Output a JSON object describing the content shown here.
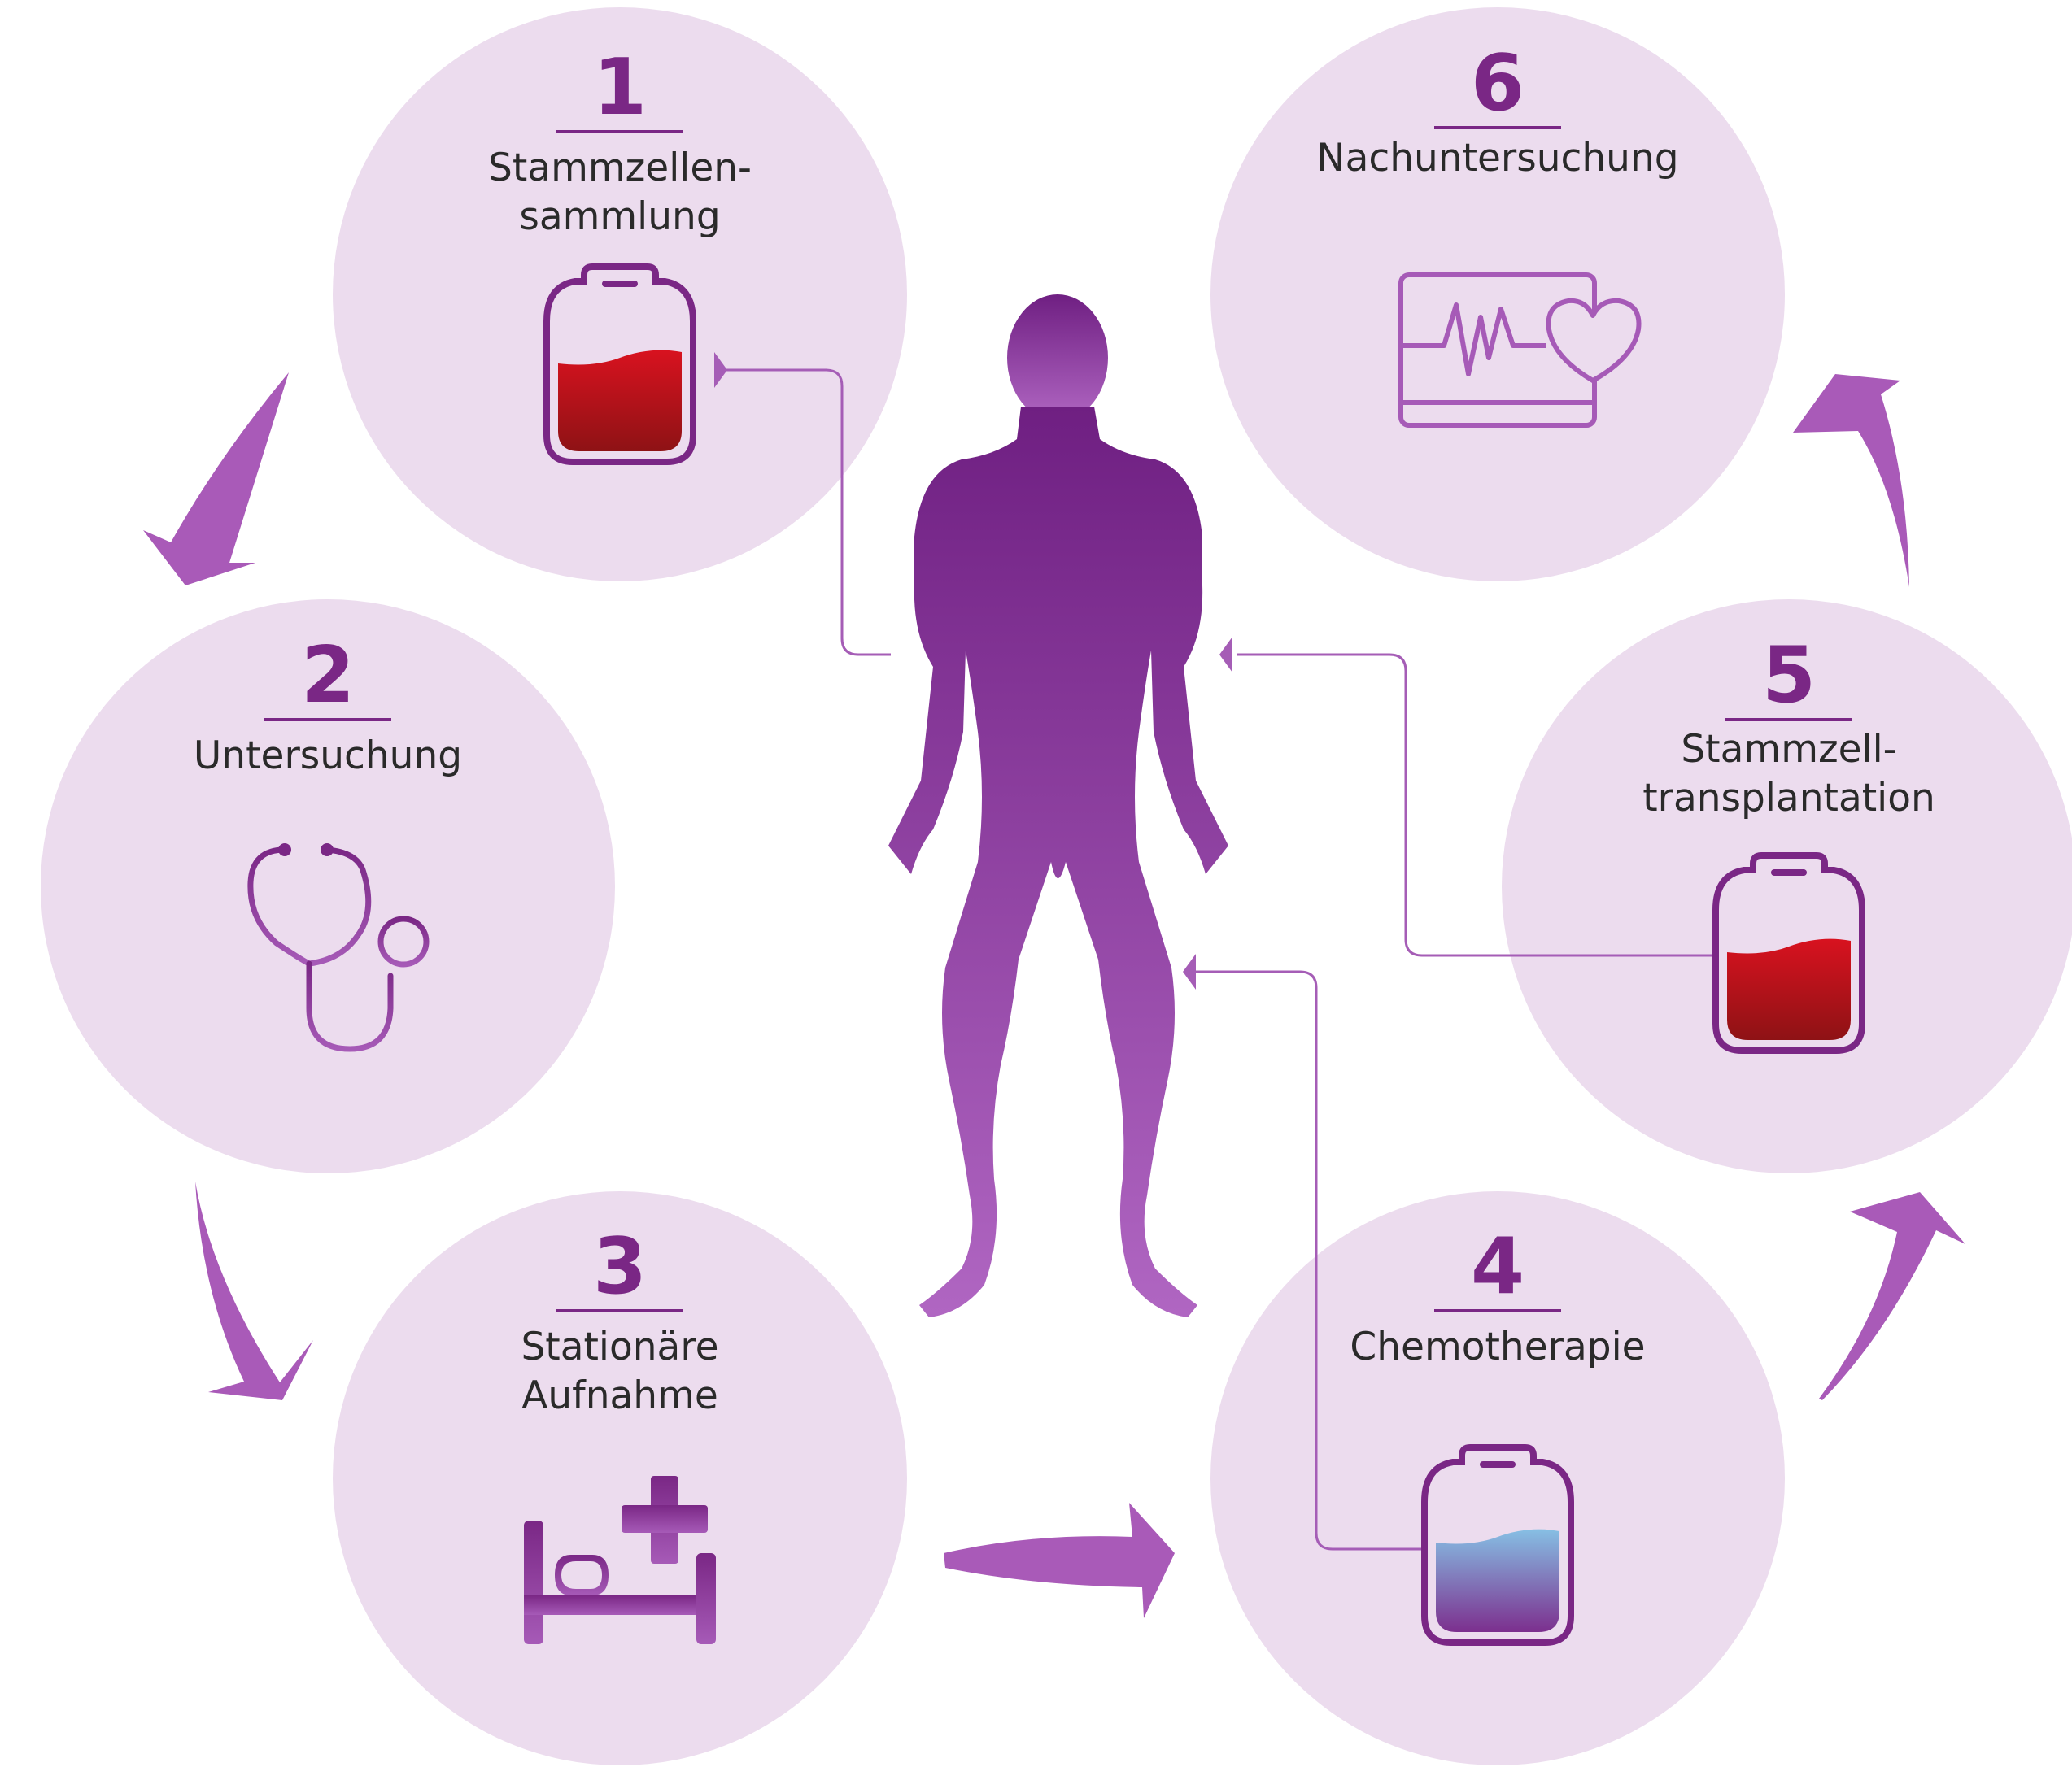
{
  "colors": {
    "circle": "#ecdcee",
    "accent": "#7a2785",
    "arrow": "#a95ab8",
    "connector": "#a55db6",
    "blood_top": "#d8121f",
    "blood_bottom": "#8e1215",
    "chemo_top": "#86bfe4",
    "chemo_bottom": "#7c2f8e",
    "text": "#2a2a2a"
  },
  "steps": [
    {
      "number": "1",
      "line1": "Stammzellen-",
      "line2": "sammlung",
      "icon": "blood-bag-icon"
    },
    {
      "number": "2",
      "line1": "Untersuchung",
      "line2": "",
      "icon": "stethoscope-icon"
    },
    {
      "number": "3",
      "line1": "Stationäre",
      "line2": "Aufnahme",
      "icon": "hospital-bed-icon"
    },
    {
      "number": "4",
      "line1": "Chemotherapie",
      "line2": "",
      "icon": "chemo-bag-icon"
    },
    {
      "number": "5",
      "line1": "Stammzell-",
      "line2": "transplantation",
      "icon": "blood-bag-icon"
    },
    {
      "number": "6",
      "line1": "Nachuntersuchung",
      "line2": "",
      "icon": "heart-monitor-icon"
    }
  ],
  "center_figure": {
    "icon": "human-body-icon"
  }
}
